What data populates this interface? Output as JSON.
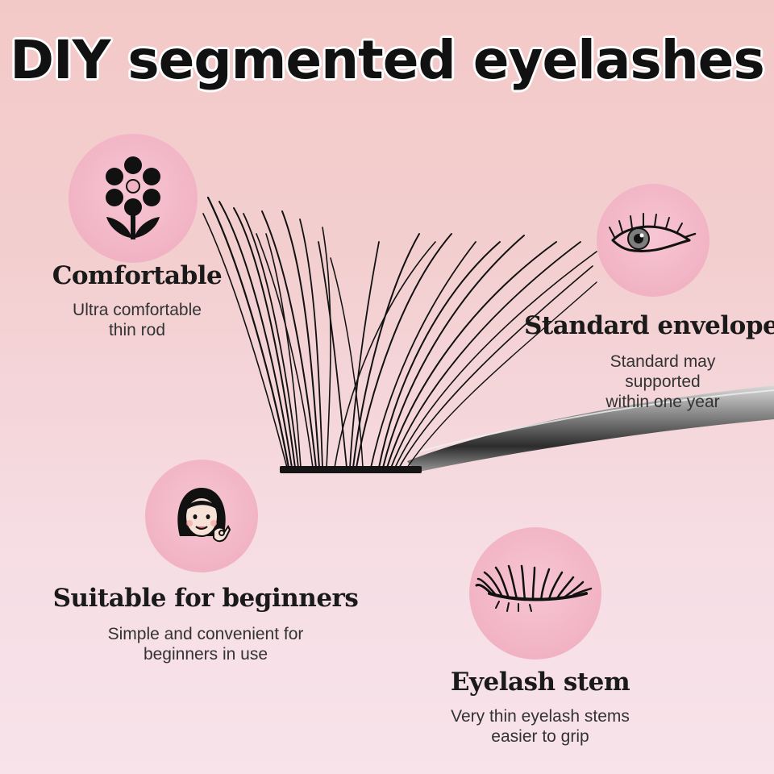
{
  "title": "DIY segmented eyelashes",
  "features": [
    {
      "title": "Comfortable",
      "description": "Ultra comfortable\nthin rod",
      "icon": "flower-icon"
    },
    {
      "title": "Standard envelope",
      "description": "Standard may\nsupported\nwithin one year",
      "icon": "eye-icon"
    },
    {
      "title": "Suitable for beginners",
      "description": "Simple and convenient for\nbeginners in use",
      "icon": "woman-ok-gesture-icon"
    },
    {
      "title": "Eyelash stem",
      "description": "Very thin eyelash stems\neasier to grip",
      "icon": "lash-strip-icon"
    }
  ],
  "colors": {
    "badge": "#f1b3c4",
    "background_top": "#f3c9c7",
    "background_bottom": "#f8e3ea",
    "text": "#1a1a1a"
  }
}
